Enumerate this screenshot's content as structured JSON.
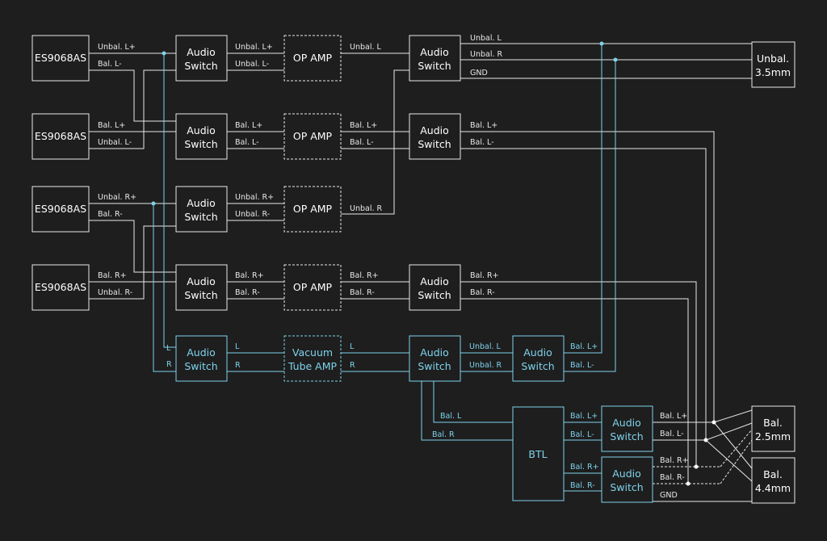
{
  "blocks": {
    "dac": "ES9068AS",
    "audio_switch": [
      "Audio",
      "Switch"
    ],
    "op_amp": "OP AMP",
    "vacuum": [
      "Vacuum",
      "Tube AMP"
    ],
    "btl": "BTL",
    "unbal35": [
      "Unbal.",
      "3.5mm"
    ],
    "bal25": [
      "Bal.",
      "2.5mm"
    ],
    "bal44": [
      "Bal.",
      "4.4mm"
    ]
  },
  "labels": {
    "unbal_l_plus": "Unbal. L+",
    "unbal_l_minus": "Unbal. L-",
    "unbal_r_plus": "Unbal. R+",
    "unbal_r_minus": "Unbal. R-",
    "bal_l_plus": "Bal. L+",
    "bal_l_minus": "Bal. L-",
    "bal_r_plus": "Bal. R+",
    "bal_r_minus": "Bal. R-",
    "unbal_l": "Unbal. L",
    "unbal_r": "Unbal. R",
    "gnd": "GND",
    "l": "L",
    "r": "R",
    "bal_l": "Bal. L",
    "bal_r": "Bal. R"
  },
  "colors": {
    "background": "#1e1e1e",
    "primary": "#e8e8e8",
    "accent": "#7ed3ec"
  }
}
